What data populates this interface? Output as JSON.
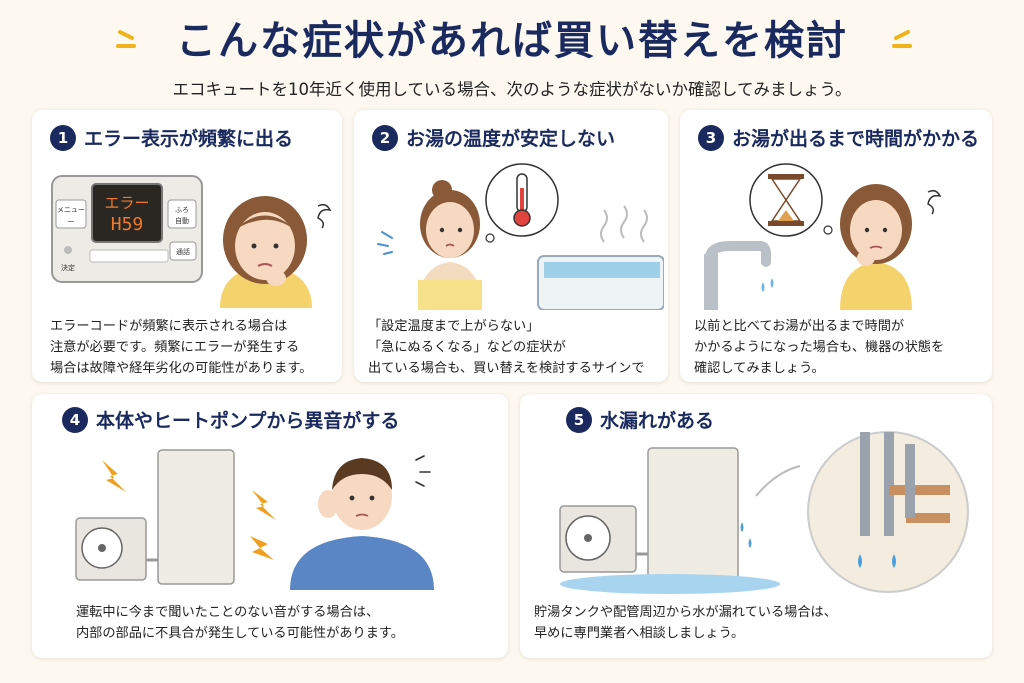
{
  "header": {
    "title": "こんな症状があれば買い替えを検討",
    "subtitle": "エコキュートを10年近く使用している場合、次のような症状がないか確認してみましょう。"
  },
  "colors": {
    "navy": "#1b2a5e",
    "accent": "#f0b31a",
    "background": "#fdf9f1"
  },
  "cards": [
    {
      "number": "1",
      "title": "エラー表示が頻繁に出る",
      "lines": [
        "エラーコードが頻繁に表示される場合は",
        "注意が必要です。頻繁にエラーが発生する",
        "場合は故障や経年劣化の可能性があります。"
      ],
      "remote": {
        "screen_line1": "エラー",
        "screen_line2": "H59",
        "btn_menu": "メニュー",
        "btn_menu2": "ー",
        "btn_bath": "ふろ",
        "btn_auto": "自動",
        "btn_decide": "決定",
        "btn_call": "通話"
      }
    },
    {
      "number": "2",
      "title": "お湯の温度が安定しない",
      "lines": [
        "「設定温度まで上がらない」",
        "「急にぬるくなる」などの症状が",
        "出ている場合も、買い替えを検討するサインです。"
      ]
    },
    {
      "number": "3",
      "title": "お湯が出るまで時間がかかる",
      "lines": [
        "以前と比べてお湯が出るまで時間が",
        "かかるようになった場合も、機器の状態を",
        "確認してみましょう。"
      ]
    },
    {
      "number": "4",
      "title": "本体やヒートポンプから異音がする",
      "lines": [
        "運転中に今まで聞いたことのない音がする場合は、",
        "内部の部品に不具合が発生している可能性があります。"
      ]
    },
    {
      "number": "5",
      "title": "水漏れがある",
      "lines": [
        "貯湯タンクや配管周辺から水が漏れている場合は、",
        "早めに専門業者へ相談しましょう。"
      ]
    }
  ]
}
